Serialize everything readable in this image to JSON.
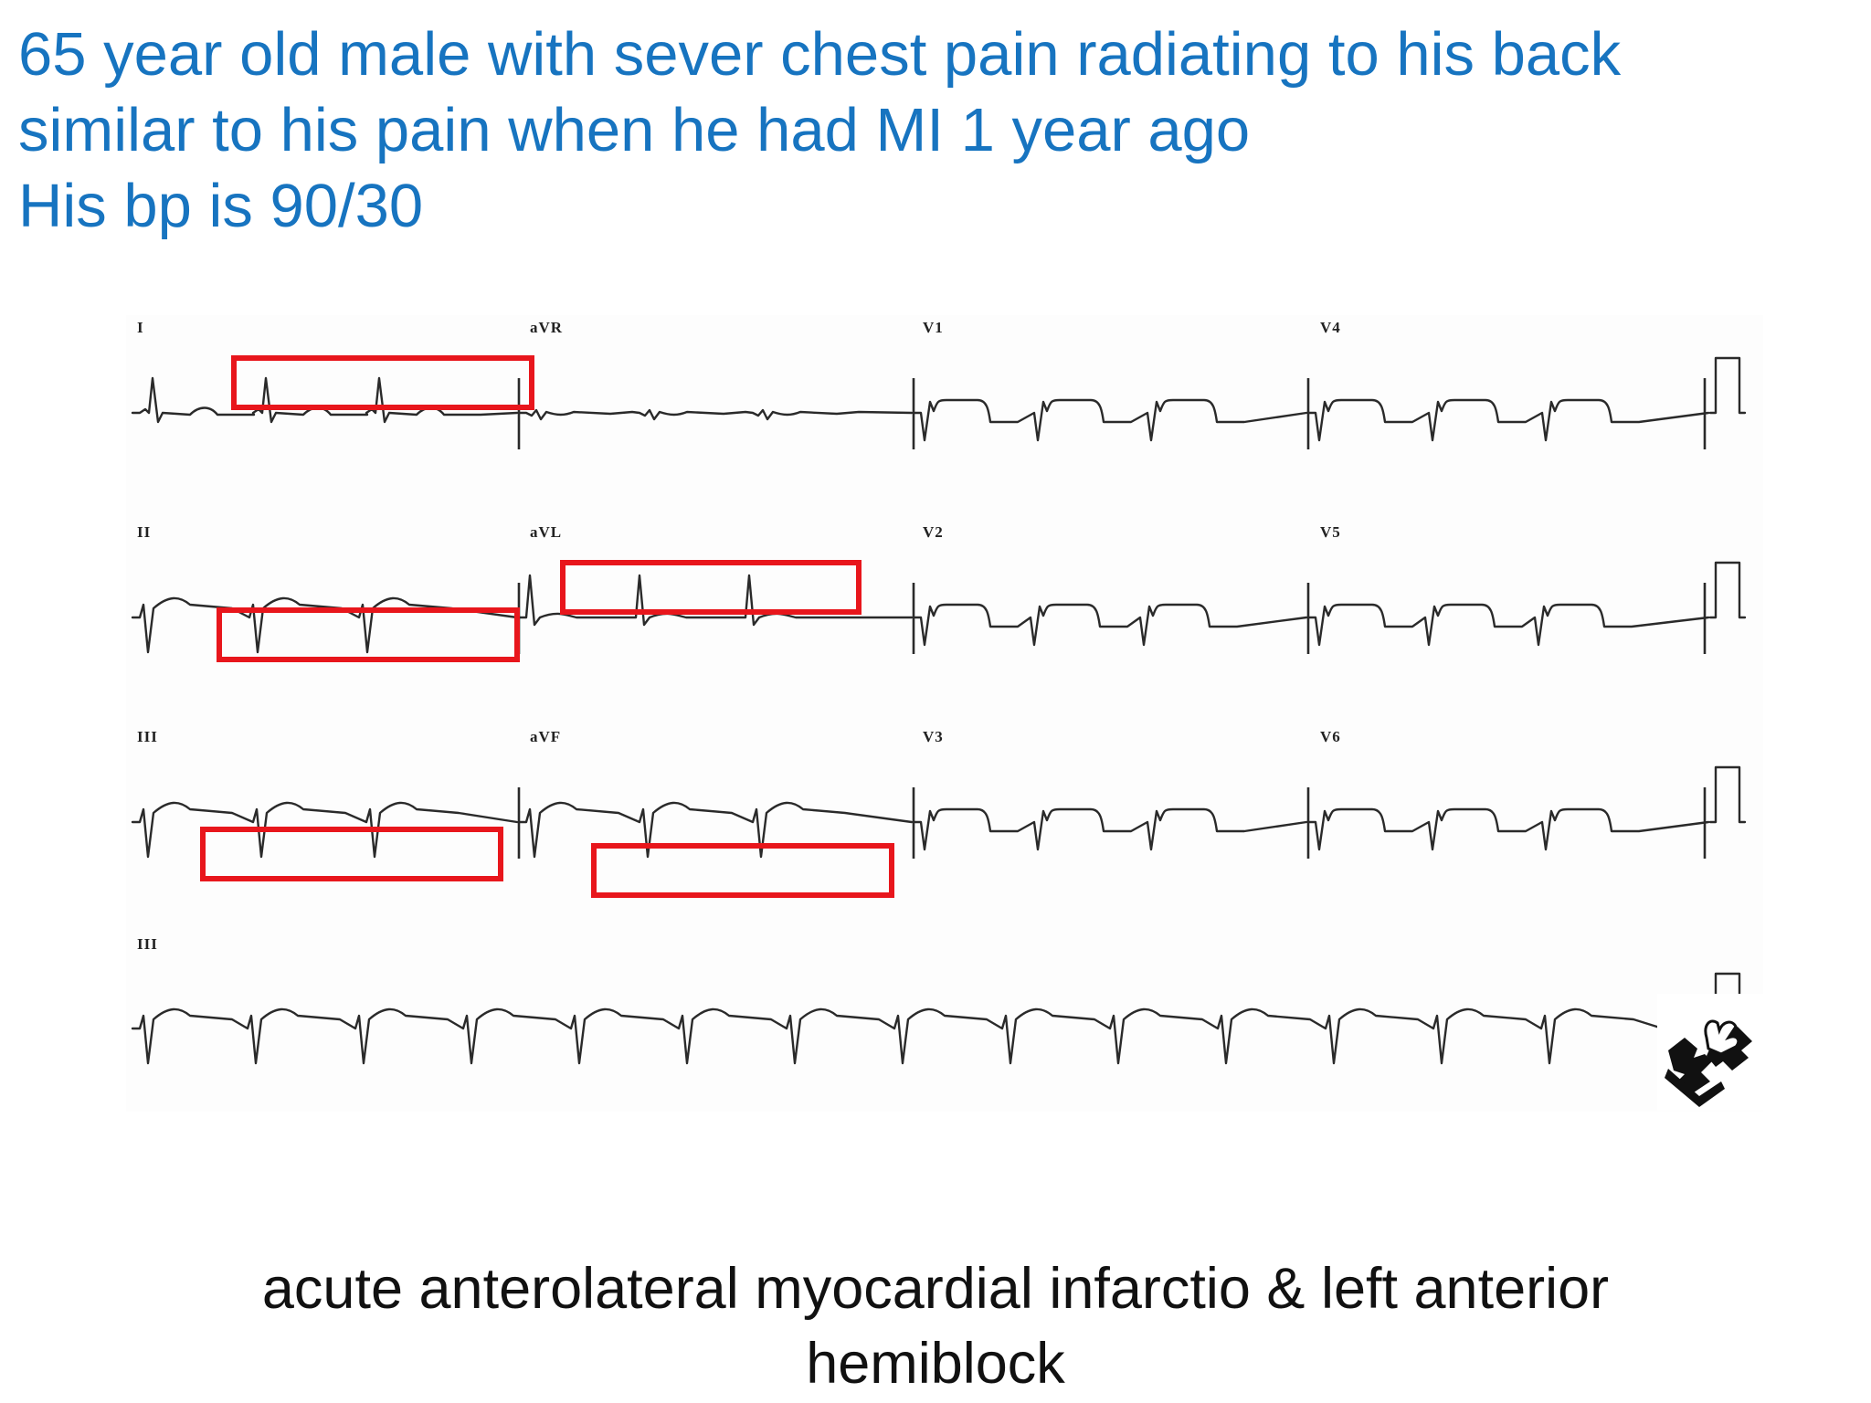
{
  "case": {
    "line1": "65 year old male with sever chest pain radiating to his back",
    "line2": "similar to his pain when he had MI 1 year ago",
    "line3": "His bp is 90/30"
  },
  "ecg": {
    "rows": [
      [
        "I",
        "aVR",
        "V1",
        "V4"
      ],
      [
        "II",
        "aVL",
        "V2",
        "V5"
      ],
      [
        "III",
        "aVF",
        "V3",
        "V6"
      ],
      [
        "III"
      ]
    ],
    "highlight_color": "#e8161c"
  },
  "logo": {
    "icon": "hand-puzzle-icon"
  },
  "diagnosis": {
    "line1": "acute anterolateral myocardial infarctio &  left anterior",
    "line2": "hemiblock"
  }
}
